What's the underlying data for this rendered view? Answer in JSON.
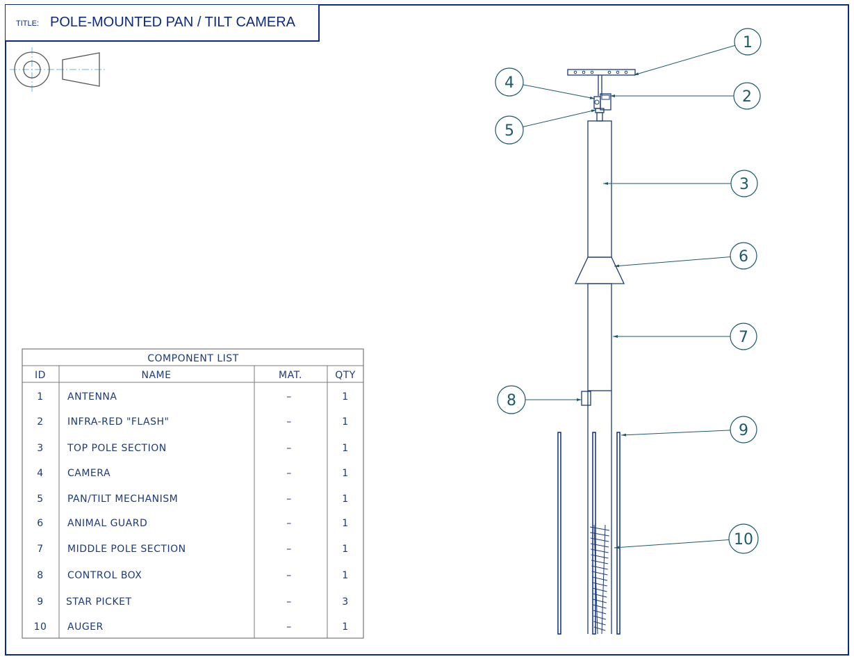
{
  "title": {
    "label": "TITLE:",
    "text": "POLE-MOUNTED PAN / TILT CAMERA"
  },
  "component_list": {
    "heading": "COMPONENT LIST",
    "columns": [
      "ID",
      "NAME",
      "MAT.",
      "QTY"
    ],
    "rows": [
      {
        "id": "1",
        "name": "ANTENNA",
        "mat": "–",
        "qty": "1"
      },
      {
        "id": "2",
        "name": "INFRA-RED \"FLASH\"",
        "mat": "–",
        "qty": "1"
      },
      {
        "id": "3",
        "name": "TOP POLE SECTION",
        "mat": "–",
        "qty": "1"
      },
      {
        "id": "4",
        "name": "CAMERA",
        "mat": "–",
        "qty": "1"
      },
      {
        "id": "5",
        "name": "PAN/TILT MECHANISM",
        "mat": "–",
        "qty": "1"
      },
      {
        "id": "6",
        "name": "ANIMAL GUARD",
        "mat": "–",
        "qty": "1"
      },
      {
        "id": "7",
        "name": "MIDDLE POLE SECTION",
        "mat": "–",
        "qty": "1"
      },
      {
        "id": "8",
        "name": "CONTROL BOX",
        "mat": "–",
        "qty": "1"
      },
      {
        "id": "9",
        "name": "STAR PICKET",
        "mat": "–",
        "qty": "3"
      },
      {
        "id": "10",
        "name": "AUGER",
        "mat": "–",
        "qty": "1"
      }
    ]
  },
  "balloons": [
    "1",
    "2",
    "3",
    "4",
    "5",
    "6",
    "7",
    "8",
    "9",
    "10"
  ],
  "colors": {
    "border": "#0a2a8a",
    "linework": "#1a3a7a",
    "leader": "#1a5a6a",
    "centerline": "#6ab8e0"
  }
}
